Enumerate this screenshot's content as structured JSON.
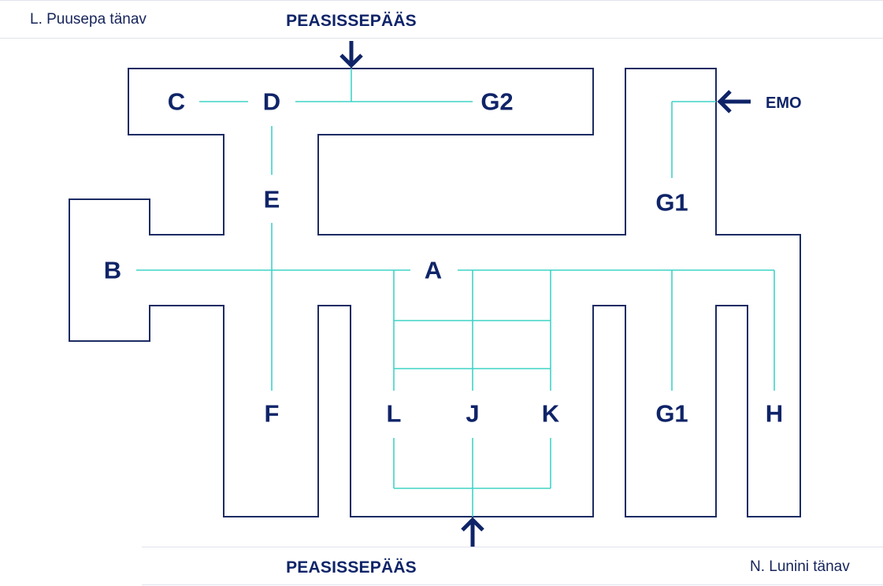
{
  "streets": {
    "top_left": "L. Puusepa tänav",
    "bottom_right": "N. Lunini tänav"
  },
  "entrances": {
    "top": "PEASISSEPÄÄS",
    "bottom": "PEASISSEPÄÄS",
    "emergency": "EMO"
  },
  "wings": {
    "A": "A",
    "B": "B",
    "C": "C",
    "D": "D",
    "E": "E",
    "F": "F",
    "G1_top": "G1",
    "G1_bottom": "G1",
    "G2": "G2",
    "H": "H",
    "J": "J",
    "K": "K",
    "L": "L"
  },
  "colors": {
    "building_outline": "#1c2b63",
    "corridor_lines": "#3fd3c6",
    "labels": "#0f2468",
    "divider": "#dfe3ec"
  }
}
